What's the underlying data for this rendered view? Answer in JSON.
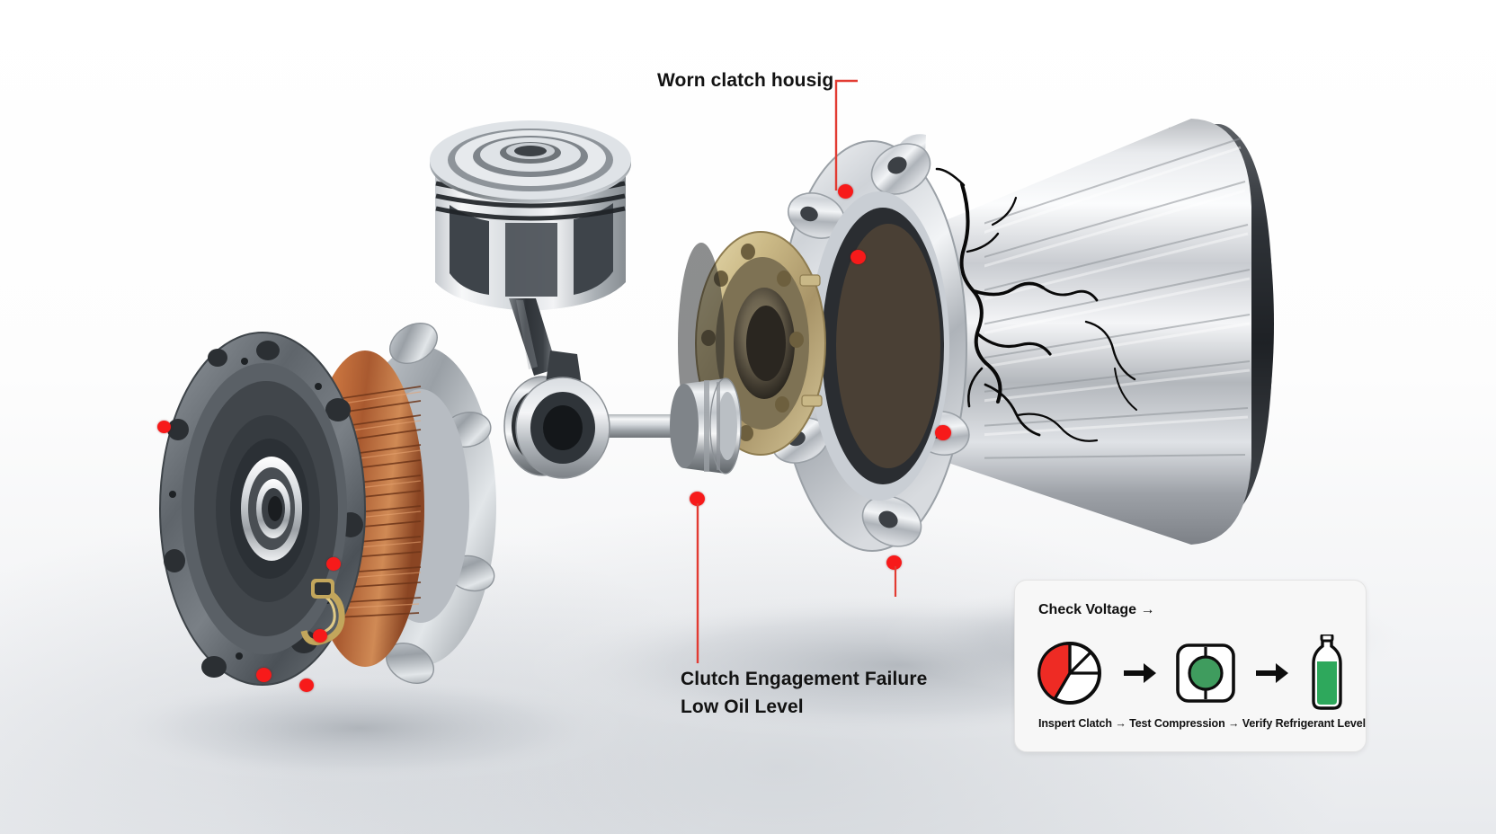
{
  "scene": {
    "title_alt": "Exploded automotive A/C compressor and clutch assembly diagnostic diagram",
    "background_color": "#ffffff"
  },
  "annotations": {
    "top_label": {
      "text": "Worn clatch housig",
      "leader_color": "#e23b32"
    },
    "bottom_label": {
      "line1": "Clutch Engagement Failure",
      "line2": "Low Oil Level",
      "leader_color": "#e23b32"
    },
    "marker_color": "#f71a1a",
    "marker_count": 9
  },
  "legend": {
    "title": "Check Voltage",
    "title_arrow": "→",
    "caption": "Inspert Clatch → Test Compression → Verify Refrigerant Level",
    "steps": [
      {
        "icon": "pie-chart-icon",
        "name": "Inspert Clatch",
        "accent": "#ee2b24"
      },
      {
        "icon": "arrow-right-icon",
        "name": "arrow",
        "accent": "#000000"
      },
      {
        "icon": "pressure-gauge-icon",
        "name": "Test Compression",
        "accent": "#3f9c5e"
      },
      {
        "icon": "arrow-right-icon",
        "name": "arrow",
        "accent": "#000000"
      },
      {
        "icon": "refrigerant-bottle-icon",
        "name": "Verify Refrigerant Level",
        "accent": "#2ea85c"
      }
    ],
    "panel_color": "#f7f7f7",
    "border_color": "#e3e3e3"
  },
  "parts": {
    "clutch_pulley": {
      "name": "clutch pulley assembly",
      "coil_color": "#b4613a"
    },
    "piston": {
      "name": "piston with connecting rod"
    },
    "shaft": {
      "name": "drive shaft and bearing"
    },
    "compressor_housing": {
      "name": "compressor housing",
      "damage": "cracked"
    }
  }
}
